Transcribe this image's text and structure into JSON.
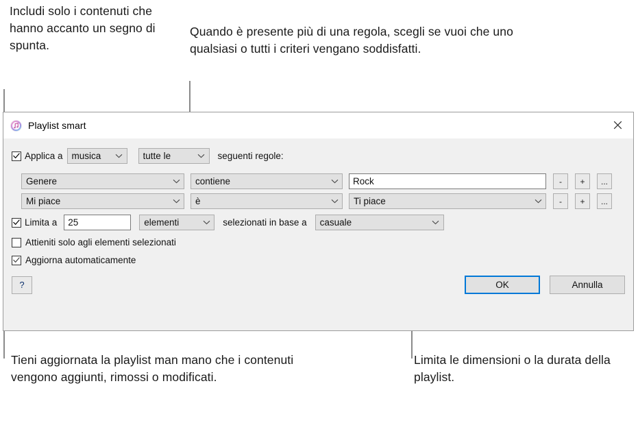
{
  "callouts": {
    "top_left": "Includi solo i contenuti che hanno accanto un segno di spunta.",
    "top_right": "Quando è presente più di una regola, scegli se vuoi che uno qualsiasi o tutti i criteri vengano soddisfatti.",
    "bottom_left": "Tieni aggiornata la playlist man mano che i contenuti vengono aggiunti, rimossi o modificati.",
    "bottom_right": "Limita le dimensioni o la durata della playlist."
  },
  "dialog": {
    "title": "Playlist smart",
    "icon": "itunes-icon",
    "close_icon": "close-icon",
    "apply": {
      "checkbox_checked": true,
      "label": "Applica a",
      "media_value": "musica",
      "match_value": "tutte le",
      "suffix": "seguenti regole:"
    },
    "rules": [
      {
        "field": "Genere",
        "operator": "contiene",
        "value": "Rock",
        "value_is_text": true,
        "remove_label": "-",
        "add_label": "+",
        "more_label": "..."
      },
      {
        "field": "Mi piace",
        "operator": "è",
        "value": "Ti piace",
        "value_is_text": false,
        "remove_label": "-",
        "add_label": "+",
        "more_label": "..."
      }
    ],
    "limit": {
      "checkbox_checked": true,
      "label": "Limita a",
      "amount": "25",
      "unit": "elementi",
      "middle_label": "selezionati in base a",
      "order": "casuale"
    },
    "match_only": {
      "checkbox_checked": false,
      "label": "Attieniti solo agli elementi selezionati"
    },
    "auto_update": {
      "checkbox_checked": true,
      "label": "Aggiorna automaticamente"
    },
    "footer": {
      "help_label": "?",
      "ok_label": "OK",
      "cancel_label": "Annulla"
    }
  },
  "colors": {
    "accent": "#0078d7",
    "leader_line": "#8a8a8a",
    "dialog_bg": "#f0f0f0",
    "titlebar_bg": "#ffffff"
  }
}
